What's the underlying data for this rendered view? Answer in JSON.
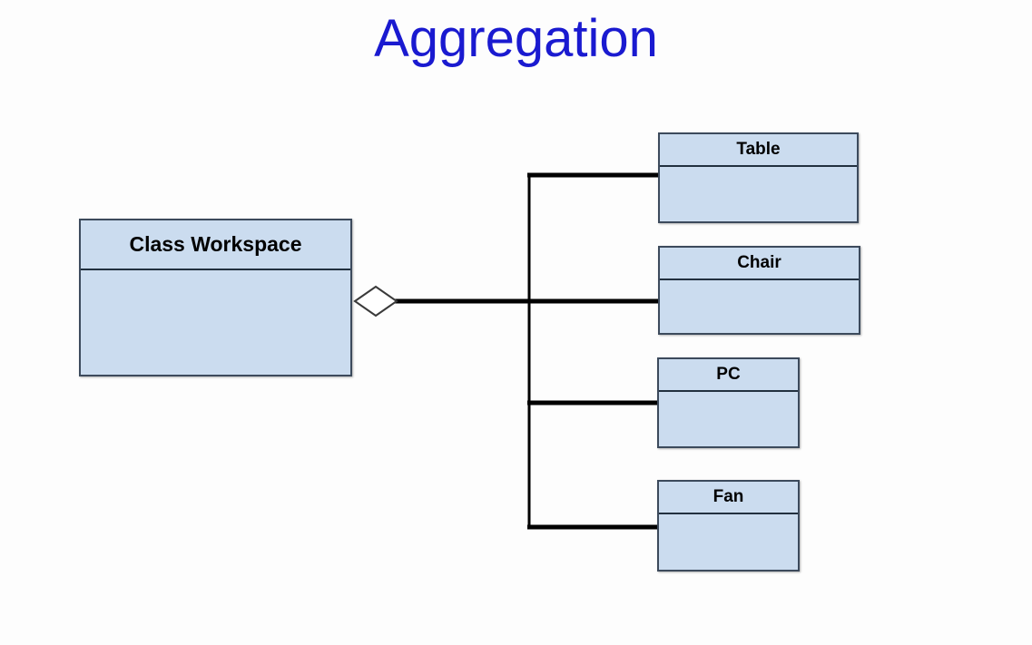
{
  "slide": {
    "title": "Aggregation",
    "title_color": "#1a1ad0",
    "background_color": "#fdfdfd"
  },
  "diagram": {
    "type": "uml-class-diagram",
    "relationship": "aggregation",
    "box_fill_color": "#cbdcef",
    "box_border_color": "#3c4a5c",
    "connector_color": "#000000",
    "whole": {
      "name": "Class Workspace",
      "attributes": [],
      "operations": []
    },
    "parts": [
      {
        "name": "Table",
        "attributes": [],
        "operations": []
      },
      {
        "name": "Chair",
        "attributes": [],
        "operations": []
      },
      {
        "name": "PC",
        "attributes": [],
        "operations": []
      },
      {
        "name": "Fan",
        "attributes": [],
        "operations": []
      }
    ],
    "aggregation_marker": "hollow-diamond"
  }
}
